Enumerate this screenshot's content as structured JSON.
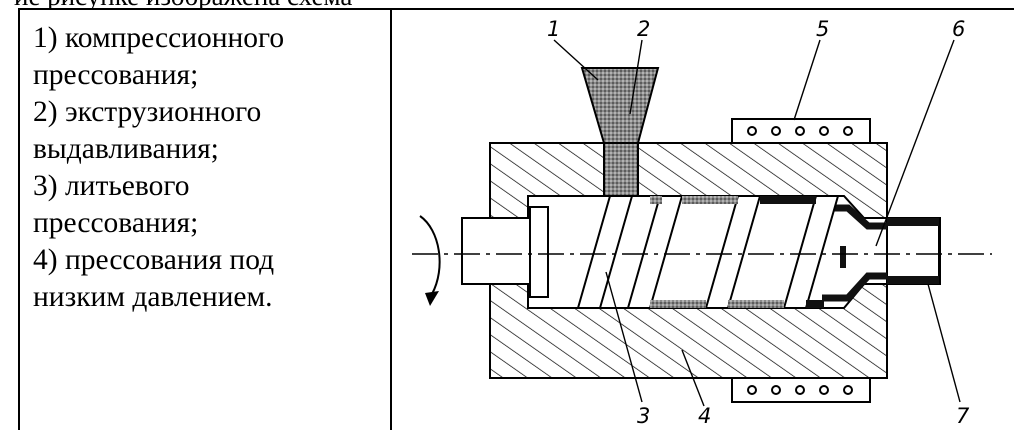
{
  "top_strip_text": "ие рисунке изображена схема",
  "options": [
    "1) компрессионного",
    "прессования;",
    "2) экструзионного",
    "выдавливания;",
    "3) литьевого",
    "прессования;",
    "4) прессования под",
    "низким давлением."
  ],
  "figure_labels": {
    "n1": "1",
    "n2": "2",
    "n3": "3",
    "n4": "4",
    "n5": "5",
    "n6": "6",
    "n7": "7"
  },
  "colors": {
    "ink": "#000000",
    "material": "#6f6f6f"
  }
}
